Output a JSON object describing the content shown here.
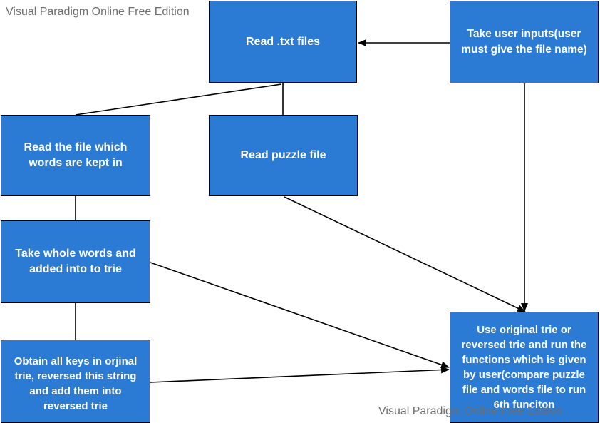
{
  "watermark": {
    "top": "Visual Paradigm Online Free Edition",
    "bottom": "Visual Paradigm Online Free Edition"
  },
  "nodes": {
    "read_txt": "Read .txt files",
    "user_input": "Take user inputs(user\nmust give the file name)",
    "read_words": "Read the file which\nwords are kept in",
    "read_puzzle": "Read puzzle file",
    "take_words": "Take whole words and\nadded into to trie",
    "obtain_keys": "Obtain all keys in orjinal\ntrie, reversed this string\nand add them into\nreversed trie",
    "use_trie": "Use original trie or\nreversed trie and run the\nfunctions which is given\nby user(compare puzzle\nfile and words file to run\n6th funciton"
  },
  "colors": {
    "box_fill": "#2b7bd4",
    "box_text": "#ffffff",
    "border": "#000000",
    "watermark": "#6e6e6e"
  }
}
